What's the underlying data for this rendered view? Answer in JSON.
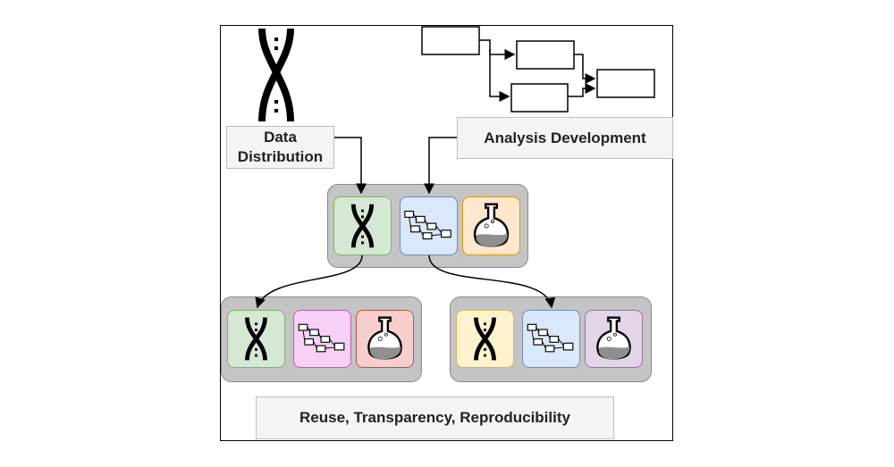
{
  "labels": {
    "data_distribution_line1": "Data",
    "data_distribution_line2": "Distribution",
    "analysis_development": "Analysis Development",
    "reuse": "Reuse, Transparency, Reproducibility"
  },
  "colors": {
    "dna_tile_top": "#d5e8d4",
    "dna_tile_top_border": "#82b366",
    "workflow_tile_top": "#dae8fc",
    "workflow_tile_top_border": "#6c8ebf",
    "flask_tile_top": "#ffe6cc",
    "flask_tile_top_border": "#d79b00",
    "left_dna": "#d5e8d4",
    "left_workflow": "#f6d0f6",
    "left_flask": "#f8cecc",
    "right_dna": "#fff2cc",
    "right_workflow": "#dae8fc",
    "right_flask": "#e1d5e7"
  },
  "icons": [
    "dna-icon",
    "workflow-icon",
    "flask-icon"
  ]
}
